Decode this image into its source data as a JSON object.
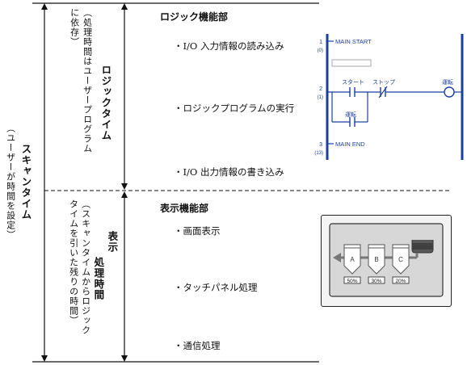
{
  "scan_time": {
    "title": "スキャンタイム",
    "note": "（ユーザーが時間を設定）"
  },
  "logic_time": {
    "title": "ロジックタイム",
    "note_line1": "（処理時間はユーザープログラム",
    "note_line2": "に依存）"
  },
  "display_time": {
    "title_line1": "表示",
    "title_line2": "処理時間",
    "note_line1": "（スキャンタイムからロジック",
    "note_line2": "タイムを引いた残りの時間）"
  },
  "logic_section": {
    "heading": "ロジック機能部",
    "items": [
      "・I/O 入力情報の読み込み",
      "・ロジックプログラムの実行",
      "・I/O 出力情報の書き込み"
    ]
  },
  "display_section": {
    "heading": "表示機能部",
    "items": [
      "・画面表示",
      "・タッチパネル処理",
      "・通信処理"
    ]
  },
  "ladder": {
    "rung1_no": "1",
    "rung1_sub": "(0)",
    "rung1_label": "MAIN START",
    "rung2_no": "2",
    "rung2_sub": "(1)",
    "contact_start": "スタート",
    "contact_stop": "ストップ",
    "coil_label": "運転",
    "contact_run": "運転",
    "rung3_no": "3",
    "rung3_sub": "(13)",
    "rung3_label": "MAIN END"
  },
  "panel": {
    "tanks": [
      {
        "label": "A",
        "value": "50%"
      },
      {
        "label": "B",
        "value": "30%"
      },
      {
        "label": "C",
        "value": "20%"
      }
    ]
  }
}
